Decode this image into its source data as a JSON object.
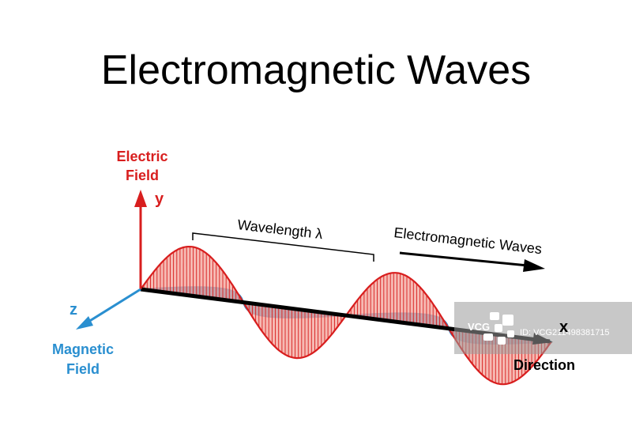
{
  "title": "Electromagnetic Waves",
  "labels": {
    "electric_field_line1": "Electric",
    "electric_field_line2": "Field",
    "y_axis": "y",
    "z_axis": "z",
    "x_axis": "x",
    "magnetic_field_line1": "Magnetic",
    "magnetic_field_line2": "Field",
    "wavelength": "Wavelength λ",
    "em_waves": "Electromagnetic Waves",
    "direction": "Direction"
  },
  "watermark": {
    "brand": "VCG",
    "id_text": "ID: VCG211498381715"
  },
  "colors": {
    "electric": "#d81e1e",
    "electric_fill": "#f3a39a",
    "magnetic": "#2a8fd0",
    "magnetic_fill": "#9fd0ef",
    "axis": "#000000",
    "watermark_bg": "#9a9a9a"
  }
}
